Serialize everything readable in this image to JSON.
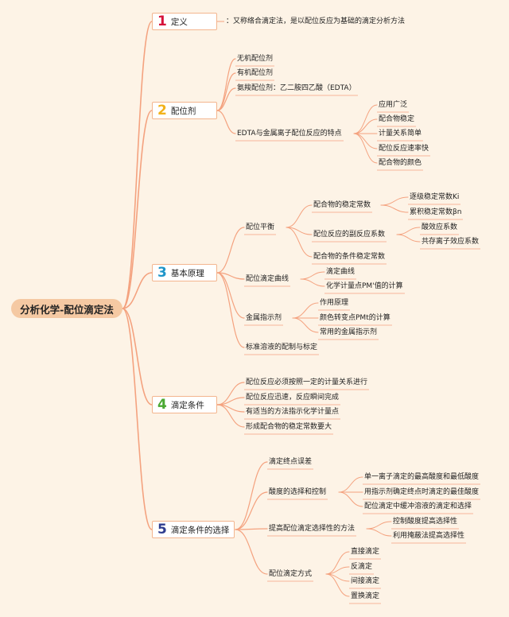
{
  "root": {
    "label": "分析化学-配位滴定法"
  },
  "colors": {
    "line": "#f4a27f",
    "n1": "#d6123a",
    "n2": "#f2b21b",
    "n3": "#1e95c9",
    "n4": "#4aa832",
    "n5": "#2f3d8f"
  },
  "sections": [
    {
      "num": "1",
      "label": "定义"
    },
    {
      "num": "2",
      "label": "配位剂"
    },
    {
      "num": "3",
      "label": "基本原理"
    },
    {
      "num": "4",
      "label": "滴定条件"
    },
    {
      "num": "5",
      "label": "滴定条件的选择"
    }
  ],
  "nodes": {
    "s1_def": "：又称络合滴定法，是以配位反应为基础的滴定分析方法",
    "s2_a": "无机配位剂",
    "s2_b": "有机配位剂",
    "s2_c": "氨羧配位剂：乙二胺四乙酸（EDTA）",
    "s2_d": "EDTA与金属离子配位反应的特点",
    "s2_d1": "应用广泛",
    "s2_d2": "配合物稳定",
    "s2_d3": "计量关系简单",
    "s2_d4": "配位反应速率快",
    "s2_d5": "配合物的颜色",
    "s3_a": "配位平衡",
    "s3_a1": "配合物的稳定常数",
    "s3_a1a": "逐级稳定常数Ki",
    "s3_a1b": "累积稳定常数βn",
    "s3_a2": "配位反应的副反应系数",
    "s3_a2a": "酸效应系数",
    "s3_a2b": "共存离子效应系数",
    "s3_a3": "配合物的条件稳定常数",
    "s3_b": "配位滴定曲线",
    "s3_b1": "滴定曲线",
    "s3_b2": "化学计量点PM'值的计算",
    "s3_c": "金属指示剂",
    "s3_c1": "作用原理",
    "s3_c2": "颜色转变点PMt的计算",
    "s3_c3": "常用的金属指示剂",
    "s3_d": "标准溶液的配制与标定",
    "s4_a": "配位反应必须按照一定的计量关系进行",
    "s4_b": "配位反应迅速，反应瞬间完成",
    "s4_c": "有适当的方法指示化学计量点",
    "s4_d": "形成配合物的稳定常数要大",
    "s5_a": "滴定终点误差",
    "s5_b": "酸度的选择和控制",
    "s5_b1": "单一离子滴定的最高酸度和最低酸度",
    "s5_b2": "用指示剂确定终点时滴定的最佳酸度",
    "s5_b3": "配位滴定中缓冲溶液的滴定和选择",
    "s5_c": "提高配位滴定选择性的方法",
    "s5_c1": "控制酸度提高选择性",
    "s5_c2": "利用掩蔽法提高选择性",
    "s5_d": "配位滴定方式",
    "s5_d1": "直接滴定",
    "s5_d2": "反滴定",
    "s5_d3": "间接滴定",
    "s5_d4": "置换滴定"
  }
}
